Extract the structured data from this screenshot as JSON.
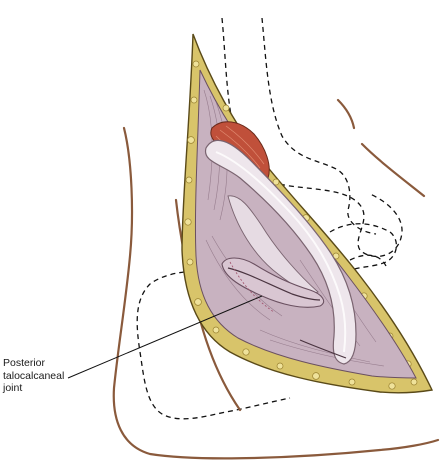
{
  "annotation": {
    "label_lines": [
      "Posterior",
      "talocalcaneal",
      "joint"
    ]
  },
  "colors": {
    "skin_outline": "#8a5a3c",
    "incision_edge": "#c9a23a",
    "fat_yellow": "#d8c46a",
    "tissue_mauve": "#c8b2c0",
    "tissue_light": "#e6dbe3",
    "muscle_red": "#c0503a",
    "tendon_pearl": "#eee6ec",
    "dashed_bone": "#111111",
    "leader_line": "#111111"
  }
}
